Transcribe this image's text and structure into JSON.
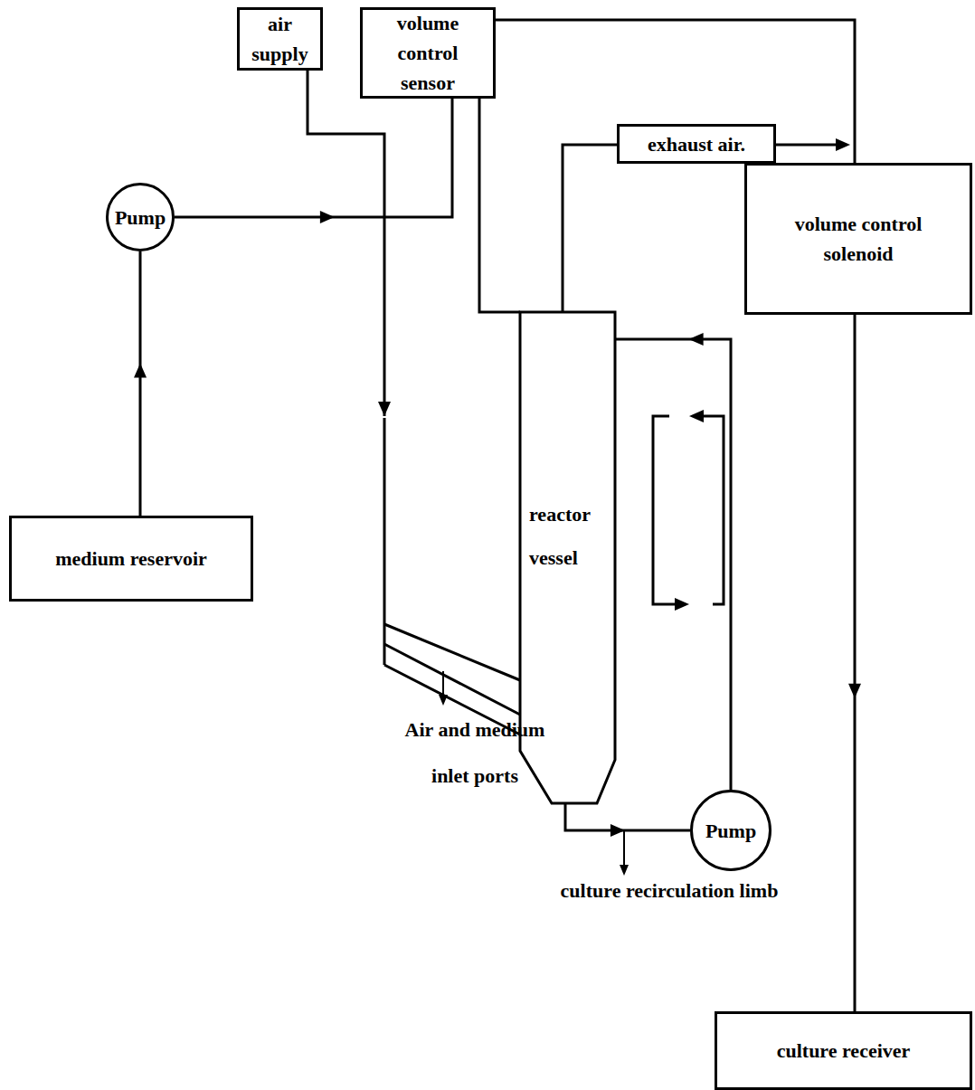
{
  "diagram": {
    "nodes": [
      {
        "text": [
          "air supply"
        ]
      },
      {
        "text": [
          "volume control sensor"
        ]
      },
      {
        "text": [
          "exhaust air."
        ]
      },
      {
        "text": [
          "Pump"
        ]
      },
      {
        "text": [
          "volume control solenoid"
        ]
      },
      {
        "text": [
          "reactor vessel"
        ]
      },
      {
        "text": [
          "medium reservoir"
        ]
      },
      {
        "text": [
          "Pump"
        ]
      },
      {
        "text": [
          "culture receiver"
        ]
      }
    ],
    "edges": [
      {
        "from": 0,
        "to": 5,
        "arrow": "to"
      },
      {
        "from": 6,
        "to": 3,
        "arrow": "to"
      },
      {
        "from": 3,
        "to": 1,
        "arrow": "to"
      },
      {
        "from": 1,
        "to": 5,
        "arrow": "none"
      },
      {
        "from": 1,
        "to": 4,
        "arrow": "none"
      },
      {
        "from": 5,
        "to": 2,
        "arrow": "none"
      },
      {
        "from": 4,
        "to": 8,
        "arrow": "to"
      },
      {
        "from": 5,
        "to": 7,
        "arrow": "to"
      },
      {
        "from": 7,
        "to": 5,
        "arrow": "to"
      }
    ],
    "labels": [
      "Air and medium inlet ports",
      "culture recirculation limb"
    ]
  }
}
